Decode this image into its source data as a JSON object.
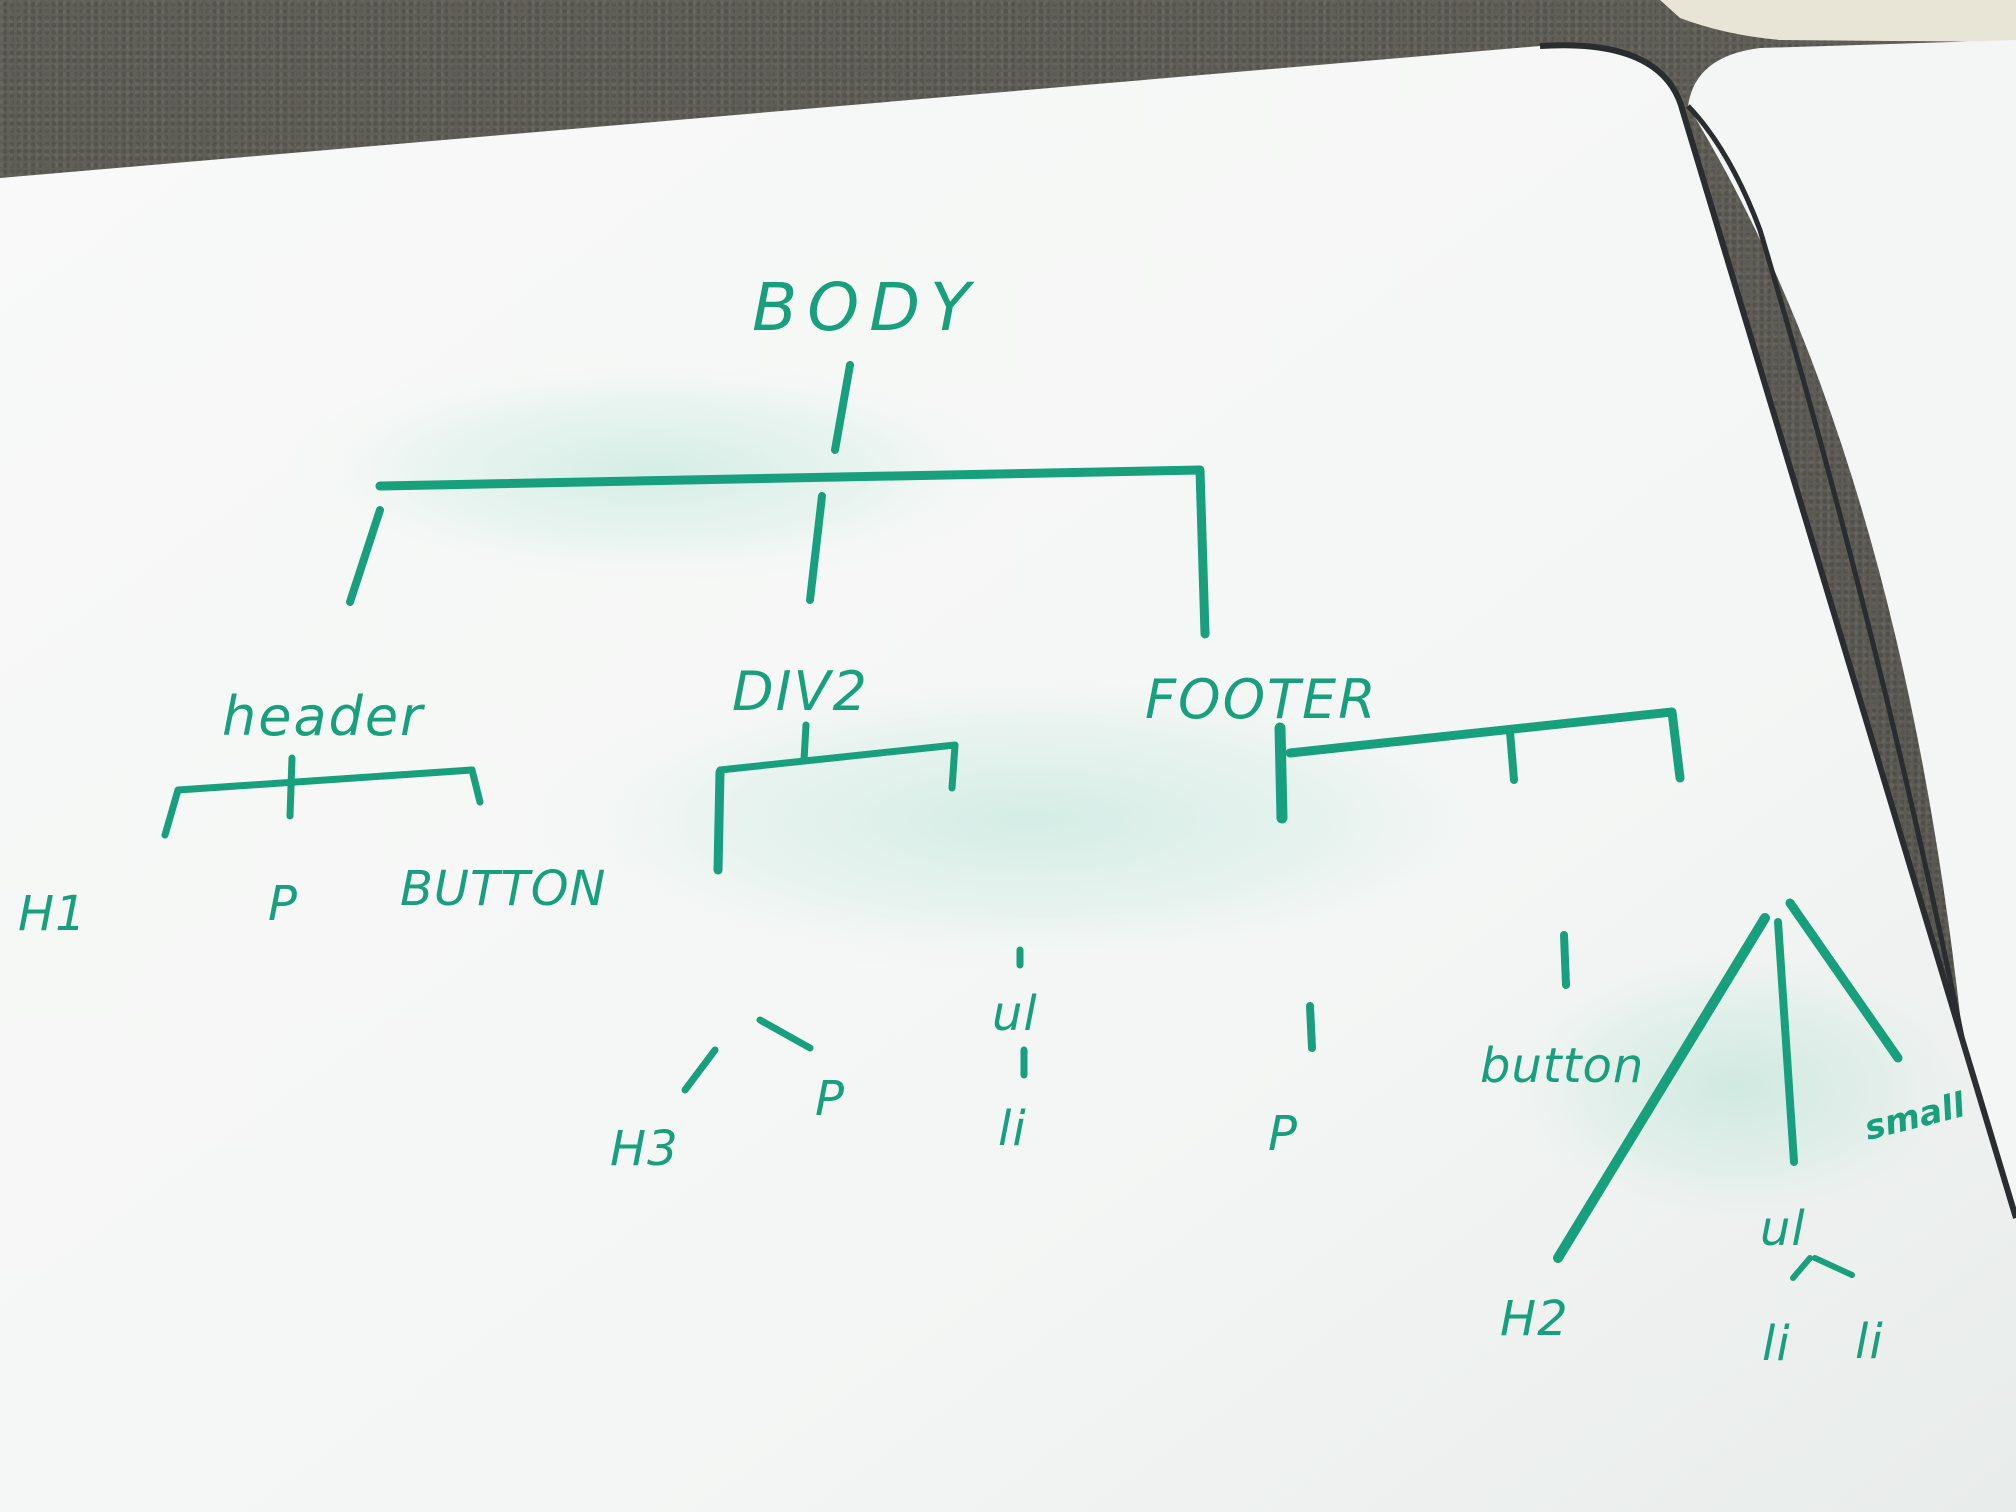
{
  "colors": {
    "ink": "#17a07b",
    "whiteboard": "#f7f8f7",
    "carpet": "#5b5a55"
  },
  "tree": {
    "root": "BODY",
    "header": {
      "label": "header",
      "children": [
        "H1",
        "P",
        "BUTTON"
      ]
    },
    "div": {
      "label": "DIV2",
      "left_branch": [
        "H3",
        "P"
      ],
      "right_branch": [
        "ul",
        "li"
      ]
    },
    "footer": {
      "label": "FOOTER",
      "children": {
        "p": "P",
        "button": "button",
        "h2": "H2",
        "ul": "ul",
        "li_1": "li",
        "li_2": "li",
        "small": "small"
      }
    }
  }
}
